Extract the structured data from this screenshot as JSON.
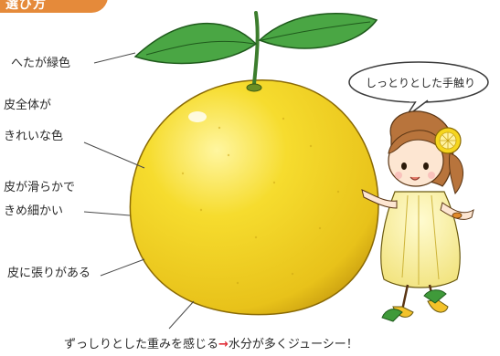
{
  "header": {
    "title_fragment": "選び方"
  },
  "labels": {
    "calyx": "へたが緑色",
    "skin_color_line1": "皮全体が",
    "skin_color_line2": "きれいな色",
    "smooth_line1": "皮が滑らかで",
    "smooth_line2": "きめ細かい",
    "firm": "皮に張りがある"
  },
  "speech_bubble": "しっとりとした手触り",
  "bottom_note": {
    "cause": "ずっしりとした重みを感じる",
    "arrow": "→",
    "result": "水分が多くジューシー！"
  },
  "colors": {
    "fruit": "#f4d523",
    "fruit_shadow": "#d9b214",
    "leaf": "#3f9a3a",
    "arrow": "#e0303a",
    "tag": "#e58a3a"
  }
}
